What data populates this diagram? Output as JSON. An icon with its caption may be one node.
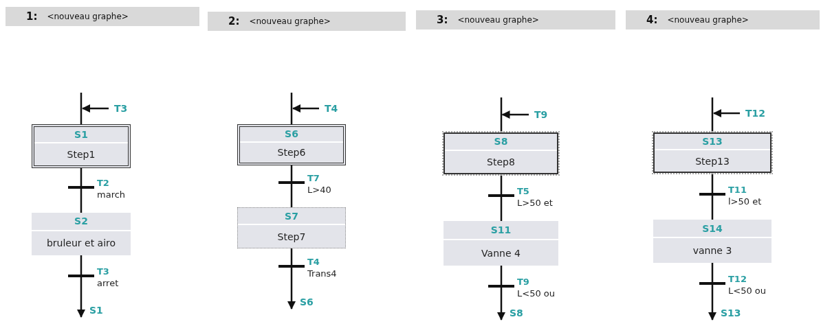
{
  "diagram": {
    "nodes": [
      {
        "text": [
          "1:",
          "<nouveau graphe>"
        ]
      },
      {
        "text": [
          "2:",
          "<nouveau graphe>"
        ]
      },
      {
        "text": [
          "3:",
          "<nouveau graphe>"
        ]
      },
      {
        "text": [
          "4:",
          "<nouveau graphe>"
        ]
      },
      {
        "text": [
          "T3"
        ]
      },
      {
        "text": [
          "S1",
          "Step1"
        ]
      },
      {
        "text": [],
        "shape": "bar",
        "beside": [
          "T2",
          "march"
        ]
      },
      {
        "text": [
          "S2",
          "bruleur et airo"
        ]
      },
      {
        "text": [],
        "shape": "bar",
        "beside": [
          "T3",
          "arret"
        ]
      },
      {
        "text": [
          "T4"
        ]
      },
      {
        "text": [
          "S6",
          "Step6"
        ]
      },
      {
        "text": [],
        "shape": "bar",
        "beside": [
          "T7",
          "L>40"
        ]
      },
      {
        "text": [
          "S7",
          "Step7"
        ]
      },
      {
        "text": [],
        "shape": "bar",
        "beside": [
          "T4",
          "Trans4"
        ]
      },
      {
        "text": [
          "T9"
        ]
      },
      {
        "text": [
          "S8",
          "Step8"
        ]
      },
      {
        "text": [],
        "shape": "bar",
        "beside": [
          "T5",
          "L>50 et"
        ]
      },
      {
        "text": [
          "S11",
          "Vanne 4"
        ]
      },
      {
        "text": [],
        "shape": "bar",
        "beside": [
          "T9",
          "L<50 ou"
        ]
      },
      {
        "text": [
          "T12"
        ]
      },
      {
        "text": [
          "S13",
          "Step13"
        ]
      },
      {
        "text": [],
        "shape": "bar",
        "beside": [
          "T11",
          "l>50 et"
        ]
      },
      {
        "text": [
          "S14",
          "vanne 3"
        ]
      },
      {
        "text": [],
        "shape": "bar",
        "beside": [
          "T12",
          "L<50 ou"
        ]
      }
    ],
    "edges": [
      {
        "from": 4,
        "to": 5,
        "arrow": "to"
      },
      {
        "from": null,
        "to": 5,
        "arrow": "none"
      },
      {
        "from": 5,
        "to": 6,
        "arrow": "none"
      },
      {
        "from": 6,
        "to": 7,
        "arrow": "none"
      },
      {
        "from": 7,
        "to": 8,
        "arrow": "none"
      },
      {
        "from": 8,
        "to": null,
        "arrow": "to",
        "label": "S1"
      },
      {
        "from": 9,
        "to": 10,
        "arrow": "to"
      },
      {
        "from": null,
        "to": 10,
        "arrow": "none"
      },
      {
        "from": 10,
        "to": 11,
        "arrow": "none"
      },
      {
        "from": 11,
        "to": 12,
        "arrow": "none"
      },
      {
        "from": 12,
        "to": 13,
        "arrow": "none"
      },
      {
        "from": 13,
        "to": null,
        "arrow": "to",
        "label": "S6"
      },
      {
        "from": 14,
        "to": 15,
        "arrow": "to"
      },
      {
        "from": null,
        "to": 15,
        "arrow": "none"
      },
      {
        "from": 15,
        "to": 16,
        "arrow": "none"
      },
      {
        "from": 16,
        "to": 17,
        "arrow": "none"
      },
      {
        "from": 17,
        "to": 18,
        "arrow": "none"
      },
      {
        "from": 18,
        "to": null,
        "arrow": "to",
        "label": "S8"
      },
      {
        "from": 19,
        "to": 20,
        "arrow": "to"
      },
      {
        "from": null,
        "to": 20,
        "arrow": "none"
      },
      {
        "from": 20,
        "to": 21,
        "arrow": "none"
      },
      {
        "from": 21,
        "to": 22,
        "arrow": "none"
      },
      {
        "from": 22,
        "to": 23,
        "arrow": "none"
      },
      {
        "from": 23,
        "to": null,
        "arrow": "to",
        "label": "S13"
      }
    ]
  }
}
